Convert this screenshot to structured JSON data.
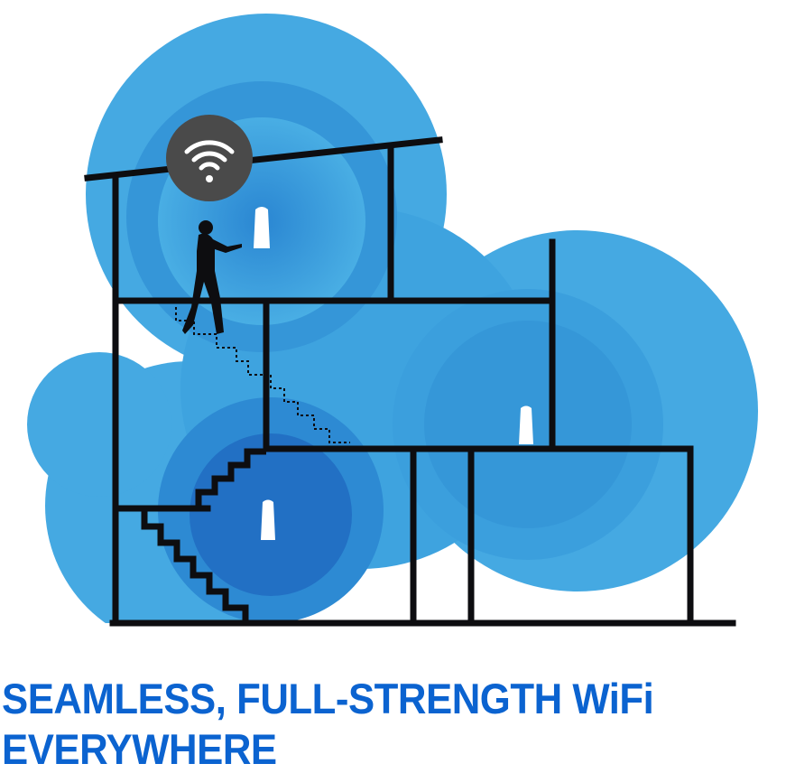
{
  "headline": {
    "line1": "SEAMLESS, FULL-STRENGTH WiFi",
    "line2": "EVERYWHERE"
  },
  "colors": {
    "headline": "#0b63d0",
    "cloud_light": "#3ea6e0",
    "cloud_mid": "#2b8fd6",
    "cloud_dark": "#1f6fc4",
    "house_lines": "#0d0d10",
    "wifi_badge": "#4a4a4a"
  },
  "icons": [
    "wifi-icon",
    "router-icon",
    "person-icon",
    "house-outline"
  ]
}
